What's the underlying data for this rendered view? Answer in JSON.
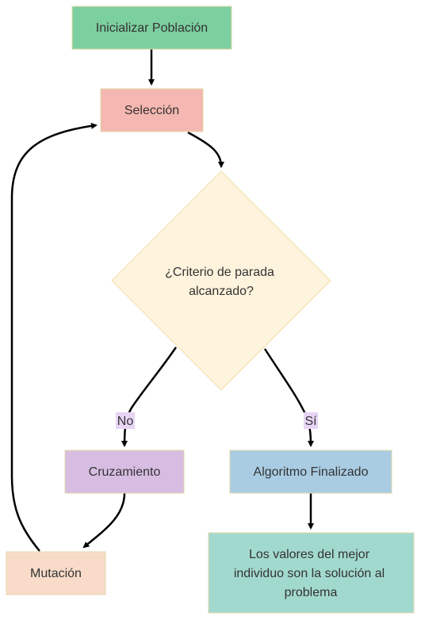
{
  "nodes": {
    "init": {
      "label": "Inicializar Población",
      "color": "#7ccf9e"
    },
    "selection": {
      "label": "Selección",
      "color": "#f5b7b1"
    },
    "decision": {
      "lines": [
        "¿Criterio de parada",
        "alcanzado?"
      ],
      "color": "#fef3dd"
    },
    "crossover": {
      "label": "Cruzamiento",
      "color": "#d7bde2"
    },
    "mutation": {
      "label": "Mutación",
      "color": "#f8dcc9"
    },
    "finished": {
      "label": "Algoritmo Finalizado",
      "color": "#a9cce3"
    },
    "result": {
      "lines": [
        "Los valores del mejor",
        "individuo son la solución al",
        "problema"
      ],
      "color": "#a2d9ce"
    }
  },
  "edges": {
    "no_label": "No",
    "yes_label": "Sí",
    "label_bg": "#e8d5f5"
  }
}
